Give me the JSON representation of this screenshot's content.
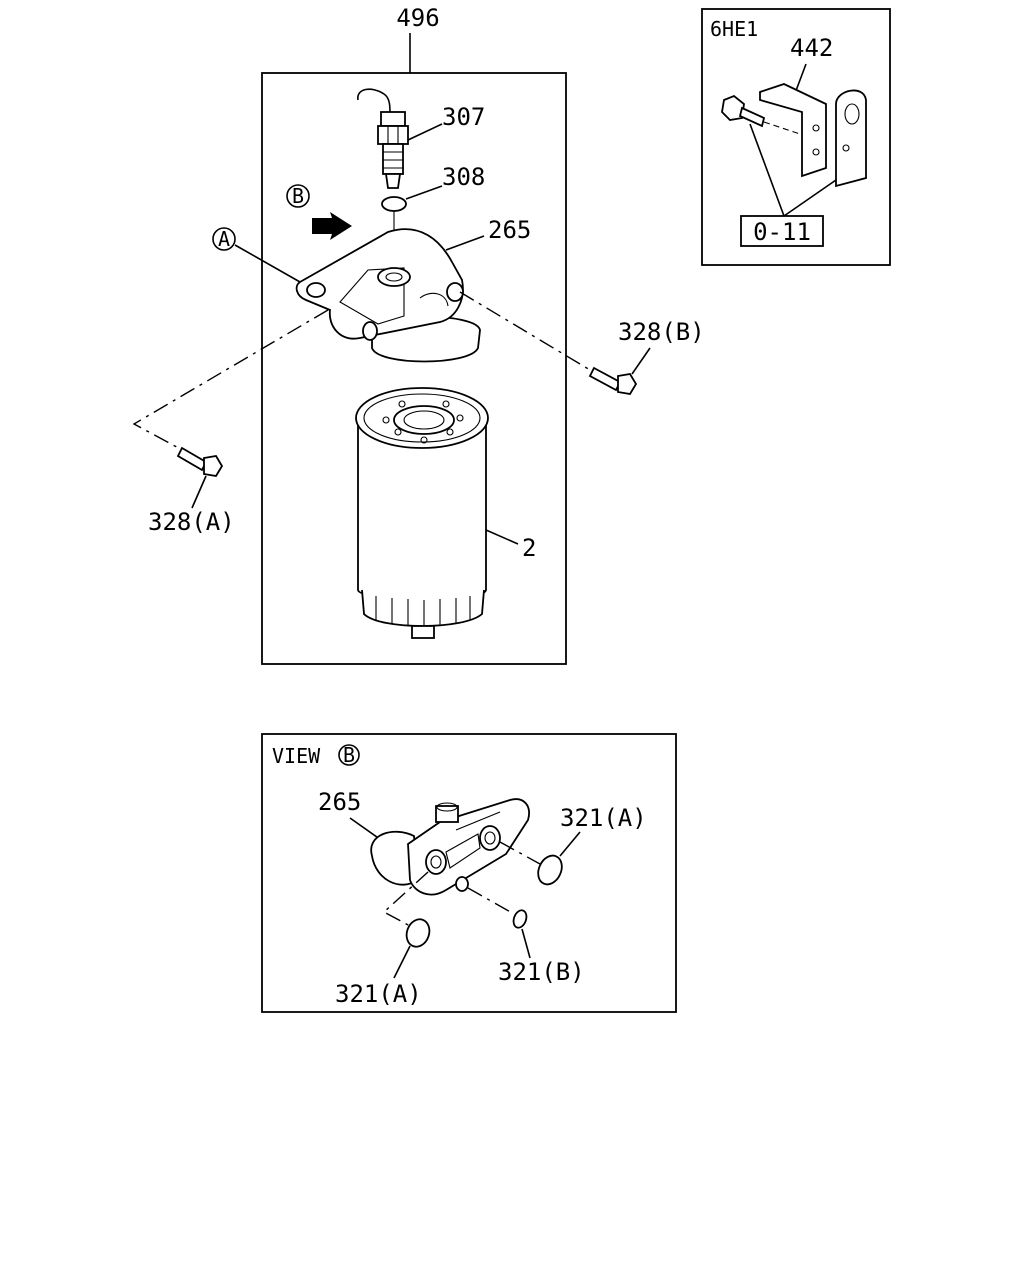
{
  "main_assembly": {
    "number": "496",
    "parts": {
      "sensor": "307",
      "o_ring": "308",
      "filter_head": "265",
      "cartridge": "2",
      "bolt_a": "328(A)",
      "bolt_b": "328(B)"
    },
    "callouts": {
      "a": "A",
      "b": "B"
    }
  },
  "inset_6he1": {
    "title": "6HE1",
    "bracket": "442",
    "ref": "0-11"
  },
  "view_b": {
    "title_prefix": "VIEW",
    "title_callout": "B",
    "head": "265",
    "ring_a_right": "321(A)",
    "ring_a_left": "321(A)",
    "ring_b": "321(B)"
  }
}
